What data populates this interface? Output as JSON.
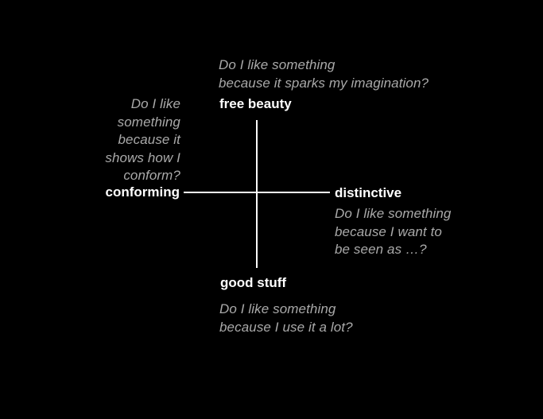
{
  "diagram": {
    "axes": {
      "top": {
        "label": "free beauty",
        "question": [
          "Do I like something",
          "because it sparks my imagination?"
        ]
      },
      "left": {
        "label": "conforming",
        "question": [
          "Do I like",
          "something",
          "because it",
          "shows how I",
          "conform?"
        ]
      },
      "right": {
        "label": "distinctive",
        "question": [
          "Do I like something",
          "because I want to",
          "be seen as …?"
        ]
      },
      "bottom": {
        "label": "good stuff",
        "question": [
          "Do I like something",
          "because I use it a lot?"
        ]
      }
    },
    "colors": {
      "background": "#000000",
      "label": "#ffffff",
      "question": "#a9a9a9",
      "axis": "#ffffff"
    }
  }
}
